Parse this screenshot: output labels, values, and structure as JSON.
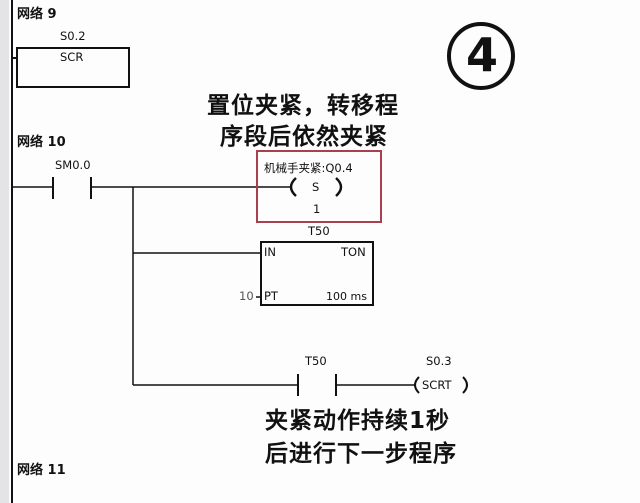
{
  "networks": [
    {
      "label": "网络 9",
      "scr": {
        "address": "S0.2",
        "name": "SCR"
      }
    },
    {
      "label": "网络 10",
      "contact": "SM0.0",
      "coil": {
        "name": "机械手夹紧:Q0.4",
        "instruction": "S",
        "count": "1"
      },
      "timer": {
        "name": "T50",
        "type": "TON",
        "in": "IN",
        "pt": "PT",
        "preset": "10",
        "base": "100 ms"
      },
      "contact2": "T50",
      "scrt": {
        "address": "S0.3",
        "name": "SCRT"
      }
    },
    {
      "label": "网络 11"
    }
  ],
  "annotations": {
    "step": "4",
    "note1_line1": "置位夹紧，转移程",
    "note1_line2": "序段后依然夹紧",
    "note2_line1": "夹紧动作持续1秒",
    "note2_line2": "后进行下一步程序"
  },
  "colors": {
    "highlight": "#a8404e"
  }
}
